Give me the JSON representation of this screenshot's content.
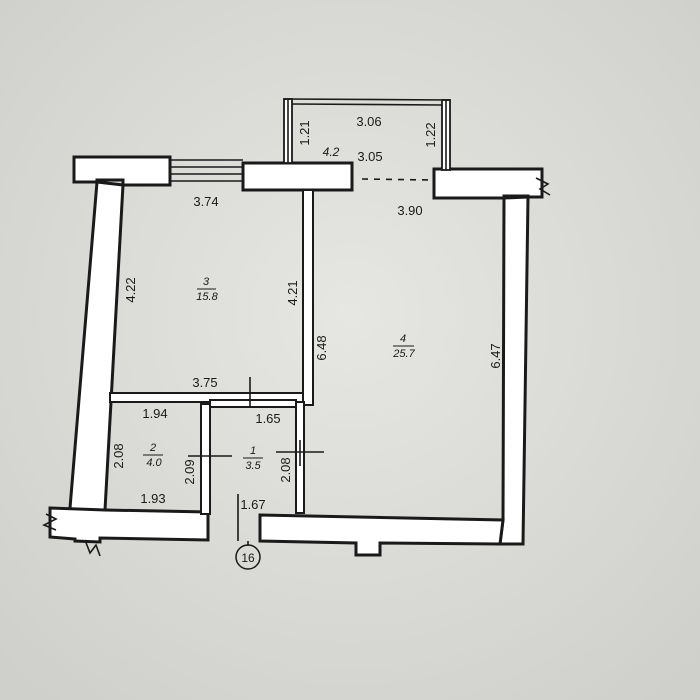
{
  "rooms": [
    {
      "number": "3",
      "area": "15.8"
    },
    {
      "number": "4",
      "area": "25.7"
    },
    {
      "number": "2",
      "area": "4.0"
    },
    {
      "number": "1",
      "area": "3.5"
    }
  ],
  "balcony": {
    "number": "4.2",
    "width_top": "3.06",
    "width_inner": "3.05",
    "side_left": "1.21",
    "side_right": "1.22"
  },
  "dimensions": {
    "room3_top": "3.74",
    "room3_left": "4.22",
    "room3_right": "4.21",
    "room3_bottom": "3.75",
    "room4_top": "3.90",
    "room4_left": "6.48",
    "room4_right": "6.47",
    "room2_top": "1.94",
    "room2_left": "2.08",
    "room2_right": "2.09",
    "room2_bottom": "1.93",
    "room1_top": "1.65",
    "room1_right": "2.08",
    "room1_bottom": "1.67"
  },
  "axis_marker": "16"
}
